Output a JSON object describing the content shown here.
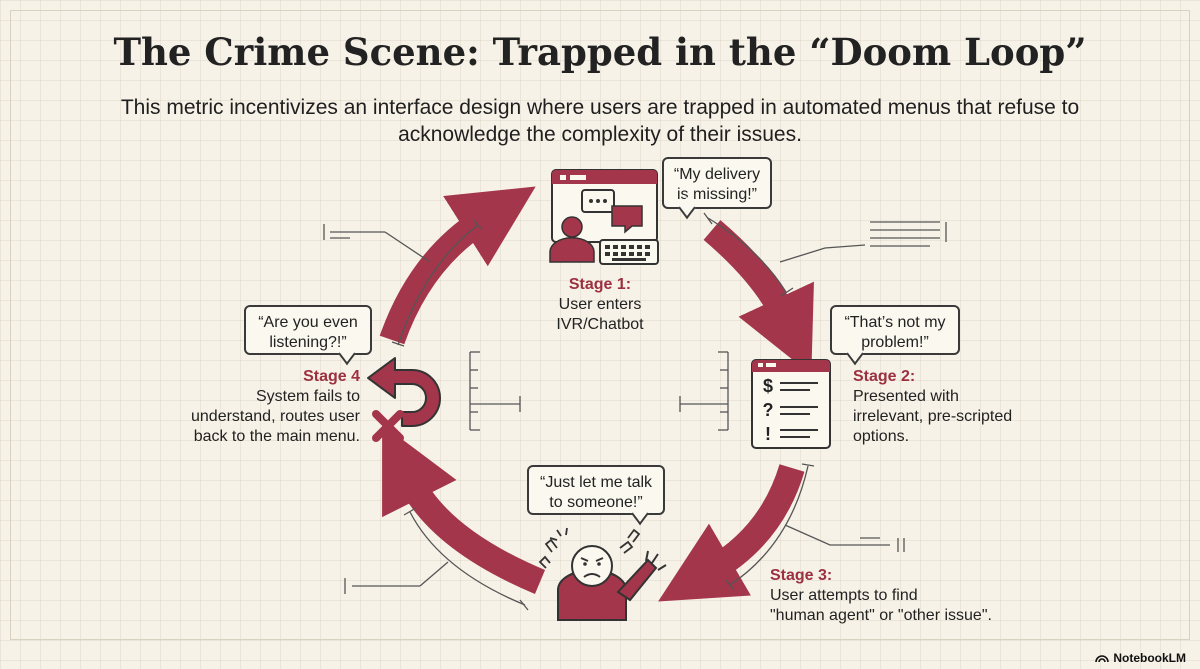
{
  "header": {
    "title": "The Crime Scene: Trapped in the “Doom Loop”",
    "subtitle": "This metric incentivizes an interface design where users are trapped in automated menus that refuse to acknowledge the complexity of their issues."
  },
  "stages": {
    "s1": {
      "label": "Stage 1:",
      "line1": "User enters",
      "line2": "IVR/Chatbot",
      "quote": "“My delivery is missing!”"
    },
    "s2": {
      "label": "Stage 2:",
      "line1": "Presented with",
      "line2": "irrelevant, pre-scripted",
      "line3": "options.",
      "quote": "“That’s not my problem!”"
    },
    "s3": {
      "label": "Stage 3:",
      "line1": "User attempts to find",
      "line2": "\"human agent\" or \"other issue\".",
      "quote": "“Just let me talk to someone!”"
    },
    "s4": {
      "label": "Stage 4",
      "line1": "System fails to",
      "line2": "understand, routes user",
      "line3": "back to the main menu.",
      "quote": "“Are you even listening?!”"
    }
  },
  "menu_symbols": [
    "$",
    "?",
    "!"
  ],
  "brand": {
    "name": "NotebookLM"
  },
  "colors": {
    "accent": "#a3364a",
    "ink": "#333333",
    "background": "#f7f2e7"
  }
}
